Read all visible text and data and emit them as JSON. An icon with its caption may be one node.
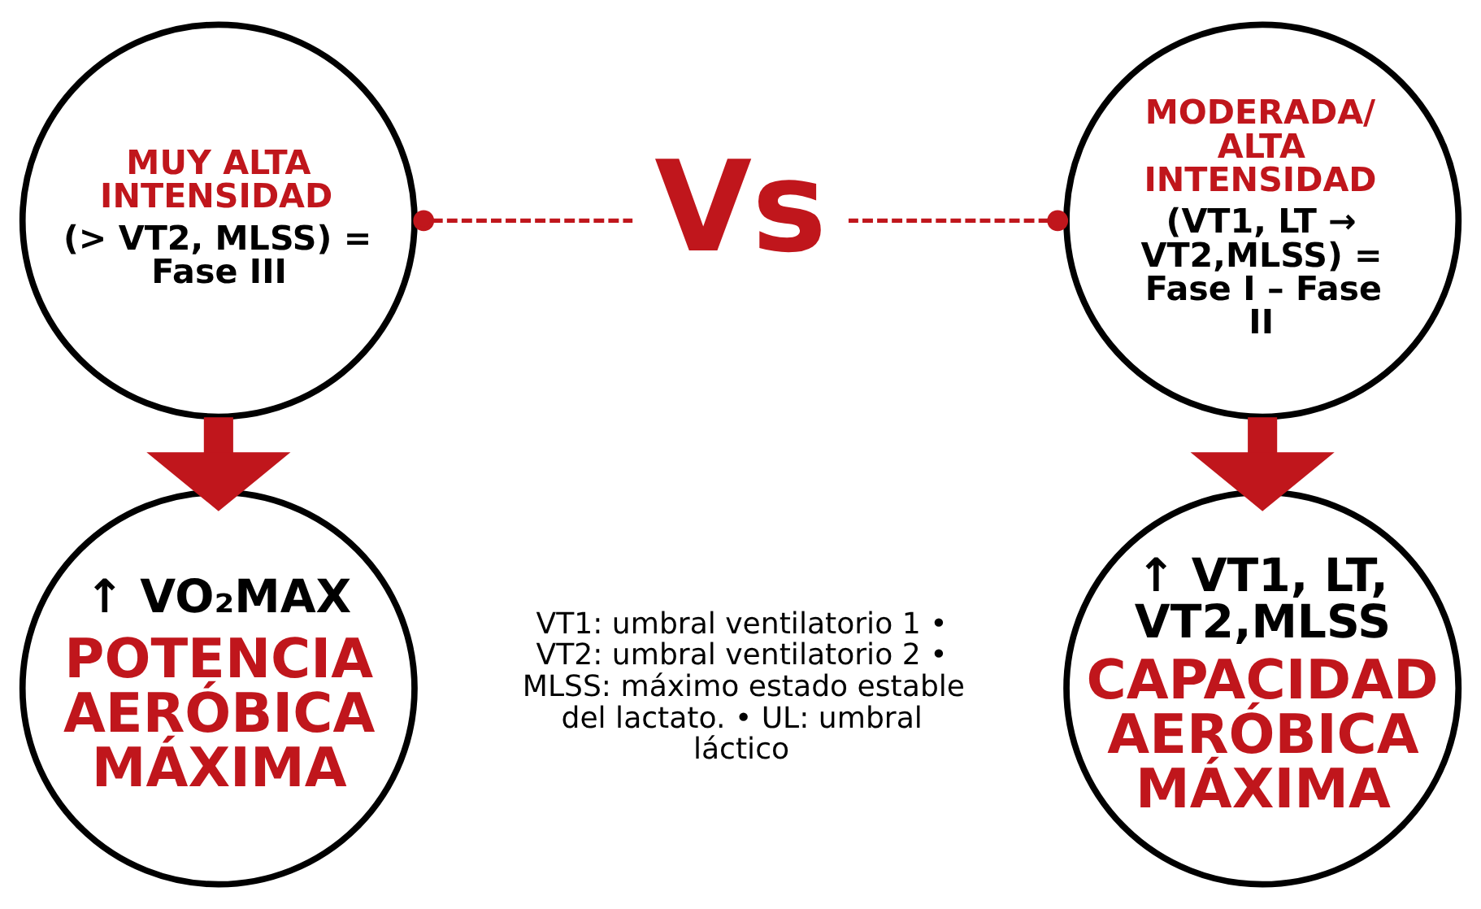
{
  "diagram": {
    "nodes": [
      {
        "text": [
          "MUY ALTA INTENSIDAD",
          "(> VT2, MLSS) = Fase III"
        ]
      },
      {
        "text": [
          "Vs"
        ]
      },
      {
        "text": [
          "MODERADA/ ALTA INTENSIDAD",
          "(VT1, LT → VT2,MLSS) = Fase I – Fase II"
        ]
      },
      {
        "text": [
          "↑ VO₂MAX",
          "POTENCIA AERÓBICA MÁXIMA"
        ]
      },
      {
        "text": [
          "↑ VT1, LT, VT2,MLSS",
          "CAPACIDAD AERÓBICA MÁXIMA"
        ]
      }
    ],
    "edges": [
      {
        "from": 0,
        "to": 1,
        "arrow": "other",
        "style": "dashed"
      },
      {
        "from": 2,
        "to": 1,
        "arrow": "other",
        "style": "dashed"
      },
      {
        "from": 0,
        "to": 3,
        "arrow": "to",
        "style": "thick"
      },
      {
        "from": 2,
        "to": 4,
        "arrow": "to",
        "style": "thick"
      }
    ],
    "labels": [
      "VT1: umbral ventilatorio 1 • VT2: umbral ventilatorio 2 • MLSS: máximo estado estable del lactato. • UL: umbral láctico"
    ]
  }
}
